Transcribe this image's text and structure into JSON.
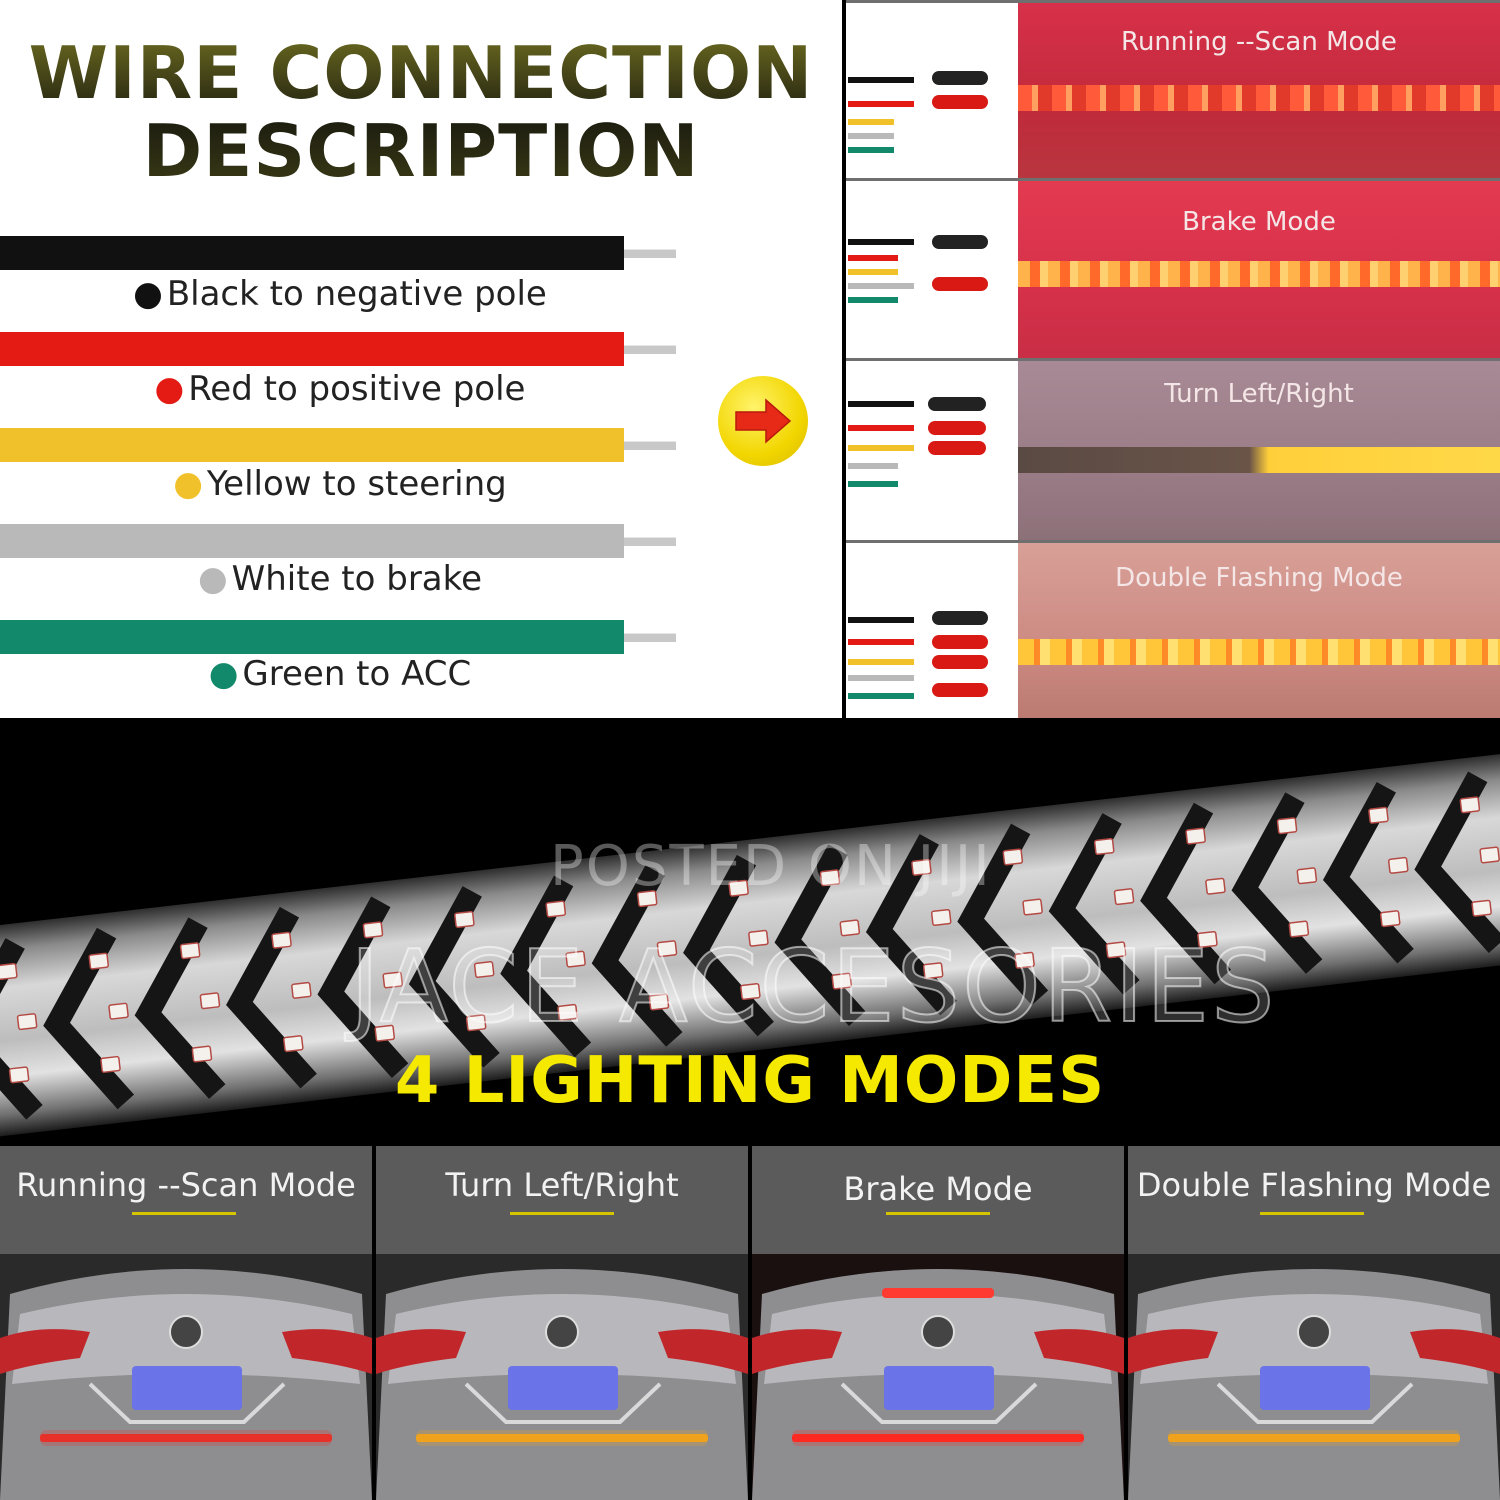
{
  "wire_section": {
    "title_line1": "WIRE CONNECTION",
    "title_line2": "DESCRIPTION",
    "wires": [
      {
        "label": "Black to negative pole",
        "color": "#111111",
        "dot": "#111111"
      },
      {
        "label": "Red to positive pole",
        "color": "#e41b14",
        "dot": "#e41b14"
      },
      {
        "label": "Yellow to steering",
        "color": "#f1c12b",
        "dot": "#f1c12b"
      },
      {
        "label": "White to brake",
        "color": "#b9b9b9",
        "dot": "#b9b9b9"
      },
      {
        "label": "Green to ACC",
        "color": "#11896a",
        "dot": "#11896a"
      }
    ]
  },
  "mode_panels": [
    {
      "title": "Running --Scan Mode",
      "glow": "red"
    },
    {
      "title": "Brake Mode",
      "glow": "red"
    },
    {
      "title": "Turn Left/Right",
      "glow": "amber"
    },
    {
      "title": "Double Flashing Mode",
      "glow": "amber"
    }
  ],
  "watermark": {
    "line1": "POSTED ON JIJI",
    "line2": "JACE ACCESORIES"
  },
  "modes_heading": "4 LIGHTING MODES",
  "car_panels": [
    {
      "title": "Running --Scan Mode",
      "strip": "#e8302a"
    },
    {
      "title": "Turn Left/Right",
      "strip": "#f0a21c"
    },
    {
      "title": "Brake Mode",
      "strip": "#ff2a22"
    },
    {
      "title": "Double Flashing Mode",
      "strip": "#f0a21c"
    }
  ],
  "colors": {
    "accent_yellow": "#f5e900",
    "arrow_red": "#e62a17"
  }
}
